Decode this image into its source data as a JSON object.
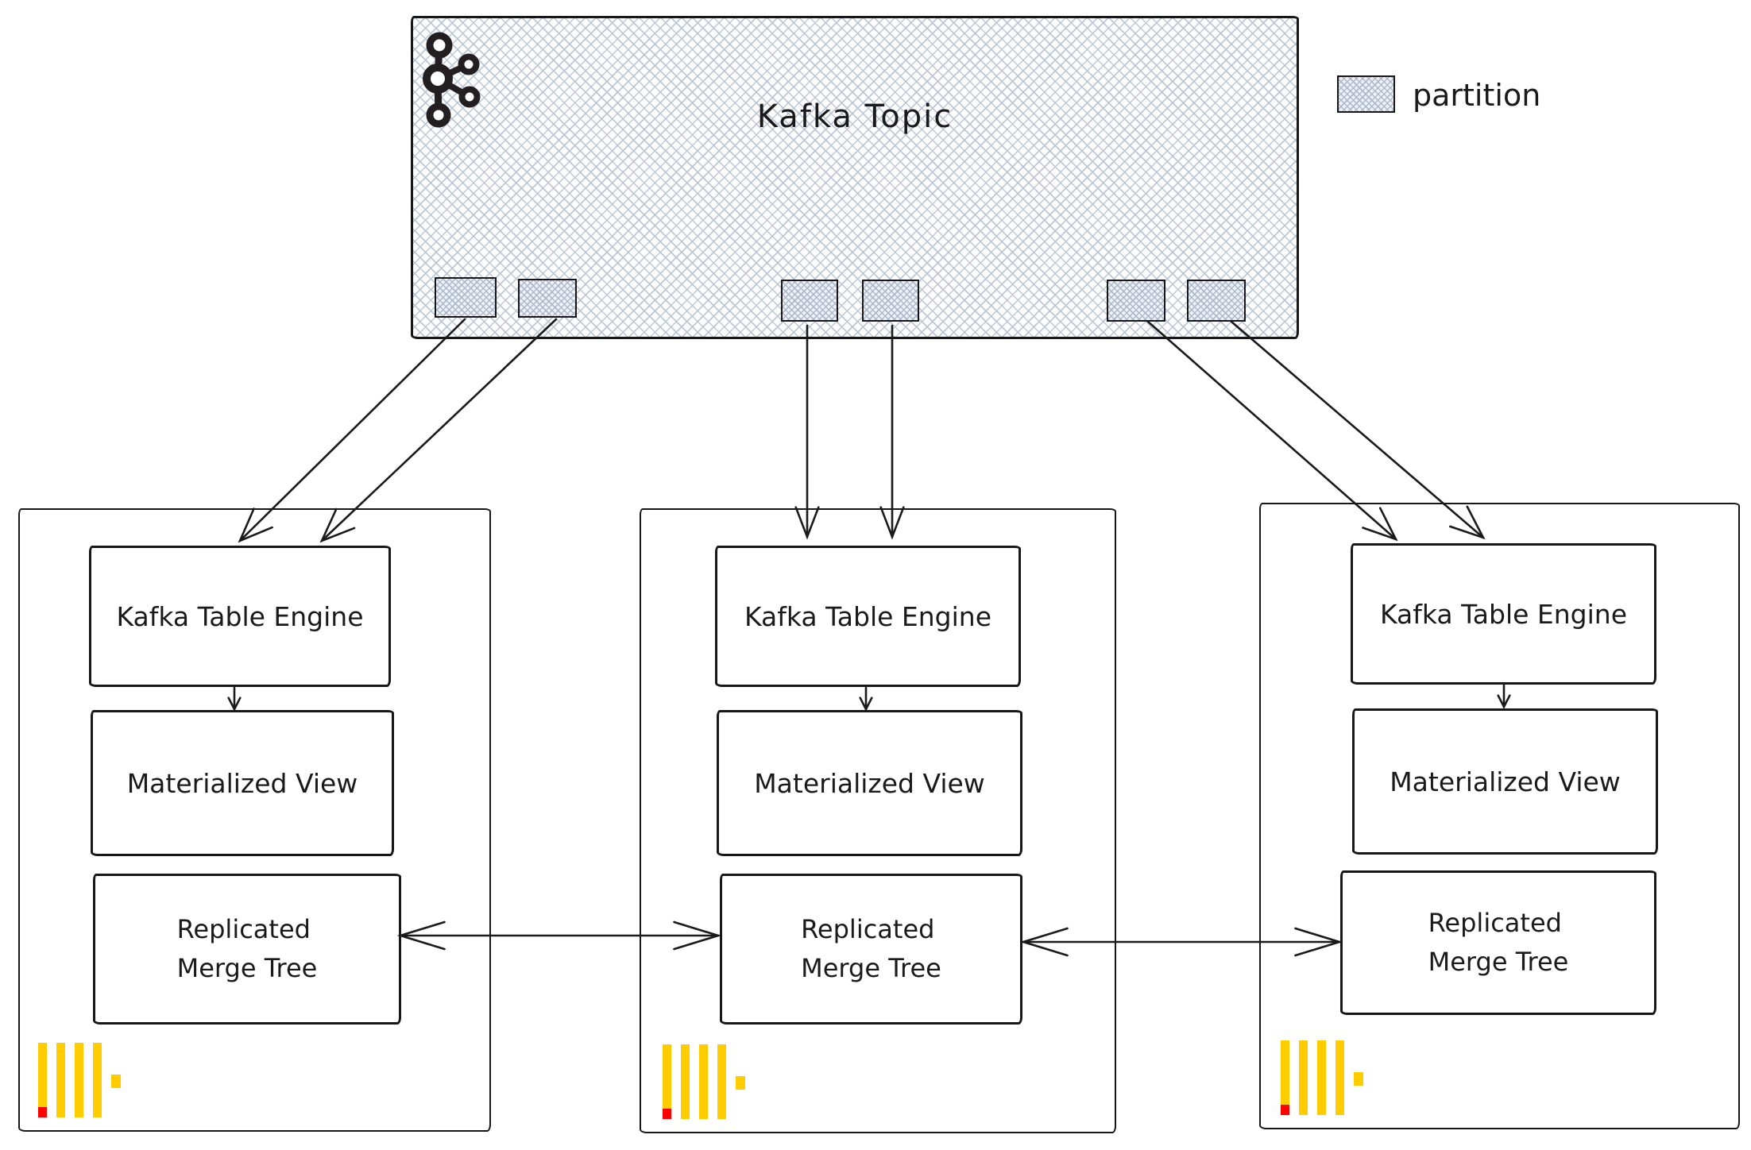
{
  "kafka_topic": {
    "title": "Kafka Topic"
  },
  "legend": {
    "label": "partition"
  },
  "partitions": {
    "count": 6
  },
  "servers": [
    {
      "kafka_table_engine": "Kafka Table Engine",
      "materialized_view": "Materialized View",
      "replicated_merge_tree": [
        "Replicated",
        "Merge Tree"
      ]
    },
    {
      "kafka_table_engine": "Kafka Table Engine",
      "materialized_view": "Materialized View",
      "replicated_merge_tree": [
        "Replicated",
        "Merge Tree"
      ]
    },
    {
      "kafka_table_engine": "Kafka Table Engine",
      "materialized_view": "Materialized View",
      "replicated_merge_tree": [
        "Replicated",
        "Merge Tree"
      ]
    }
  ],
  "icons": {
    "kafka_logo": "kafka-logo",
    "clickhouse_logo": "clickhouse-logo",
    "partition_swatch": "hatched-square"
  },
  "colors": {
    "ink": "#1a1a1a",
    "hatch": "#bac5d4",
    "clickhouse_yellow": "#ffcc00",
    "clickhouse_red": "#fe0000"
  }
}
